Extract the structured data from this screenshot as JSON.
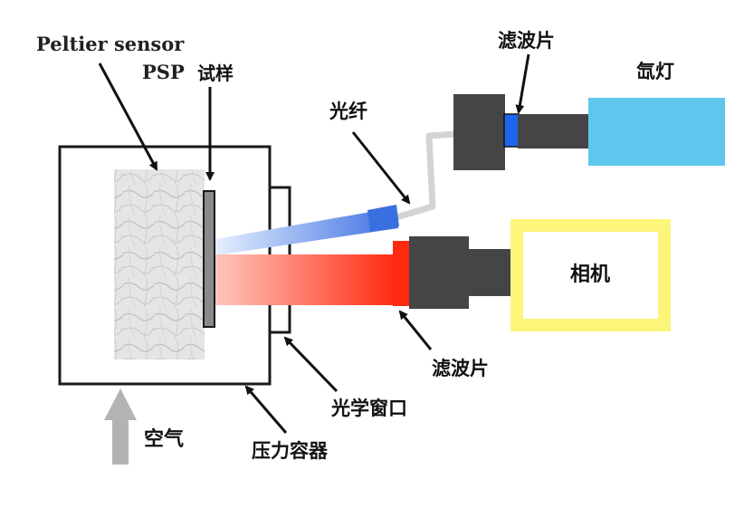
{
  "labels": {
    "peltier_sensor": "Peltier sensor",
    "psp": "PSP",
    "sample": "试样",
    "fiber": "光纤",
    "filter_top": "滤波片",
    "xenon_lamp": "氙灯",
    "camera": "相机",
    "filter_bottom": "滤波片",
    "optical_window": "光学窗口",
    "air": "空气",
    "pressure_vessel": "压力容器"
  },
  "colors": {
    "outline": "#1a1a1a",
    "blue_beam": "#3a6fe0",
    "red_beam": "#ff2a10",
    "lamp": "#5fc6ee",
    "camera_frame": "#fdf57a",
    "dark_block": "#454545",
    "fiber": "#d4d4d4",
    "arrow_gray": "#b3b3b3"
  }
}
